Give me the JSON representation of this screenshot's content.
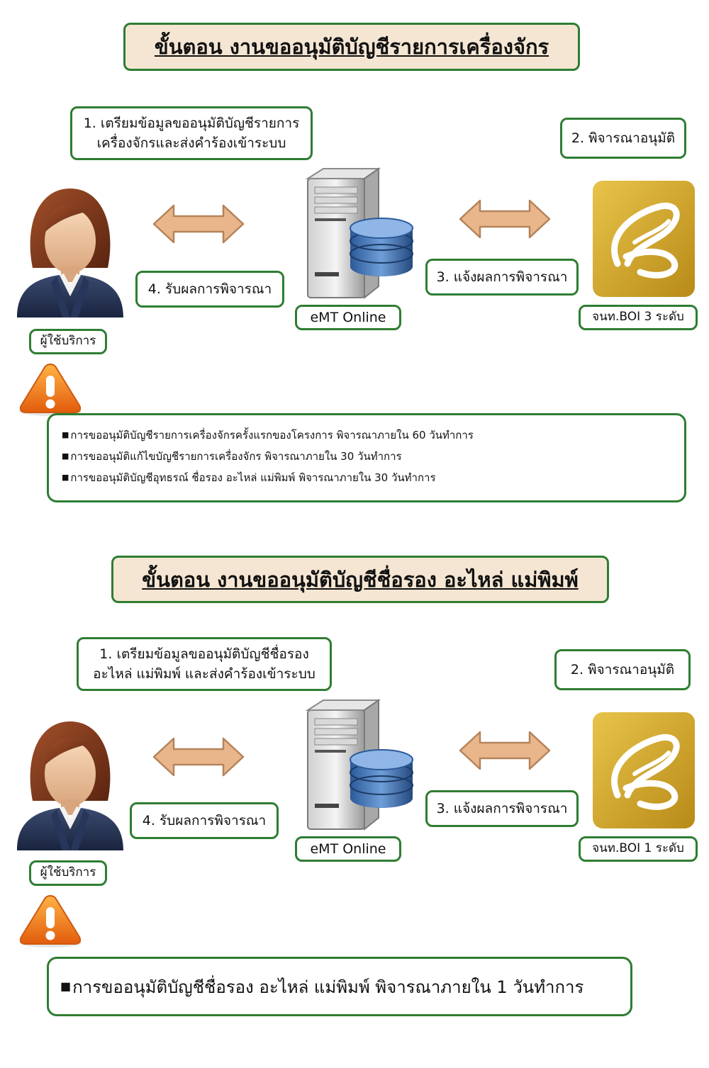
{
  "sections": [
    {
      "title": "ขั้นตอน งานขออนุมัติบัญชีรายการเครื่องจักร",
      "step1": [
        "1. เตรียมข้อมูลขออนุมัติบัญชีรายการ",
        "เครื่องจักรและส่งคำร้องเข้าระบบ"
      ],
      "step2": "2. พิจารณาอนุมัติ",
      "step3": "3. แจ้งผลการพิจารณา",
      "step4": "4. รับผลการพิจารณา",
      "user_label": "ผู้ใช้บริการ",
      "system_label": "eMT Online",
      "officer_label": "จนท.BOI 3 ระดับ",
      "notes": [
        "การขออนุมัติบัญชีรายการเครื่องจักรครั้งแรกของโครงการ พิจารณาภายใน 60 วันทำการ",
        "การขออนุมัติแก้ไขบัญชีรายการเครื่องจักร พิจารณาภายใน 30 วันทำการ",
        "การขออนุมัติบัญชีอุทธรณ์ ชื่อรอง อะไหล่ แม่พิมพ์ พิจารณาภายใน 30 วันทำการ"
      ]
    },
    {
      "title": "ขั้นตอน งานขออนุมัติบัญชีชื่อรอง อะไหล่ แม่พิมพ์",
      "step1": [
        "1. เตรียมข้อมูลขออนุมัติบัญชีชื่อรอง",
        "อะไหล่ แม่พิมพ์ และส่งคำร้องเข้าระบบ"
      ],
      "step2": "2. พิจารณาอนุมัติ",
      "step3": "3. แจ้งผลการพิจารณา",
      "step4": "4. รับผลการพิจารณา",
      "user_label": "ผู้ใช้บริการ",
      "system_label": "eMT Online",
      "officer_label": "จนท.BOI 1 ระดับ",
      "notes": [
        "การขออนุมัติบัญชีชื่อรอง อะไหล่ แม่พิมพ์ พิจารณาภายใน 1 วันทำการ"
      ]
    }
  ],
  "bullet": "■",
  "icons": [
    "user-avatar-icon",
    "server-database-icon",
    "boi-logo-icon",
    "warning-icon",
    "double-arrow-icon"
  ],
  "colors": {
    "border": "#2e7d32",
    "title_bg": "#f5e6d3",
    "arrow": "#e8b68a",
    "logo": "#d4a62a",
    "warning": "#f07a1a"
  }
}
